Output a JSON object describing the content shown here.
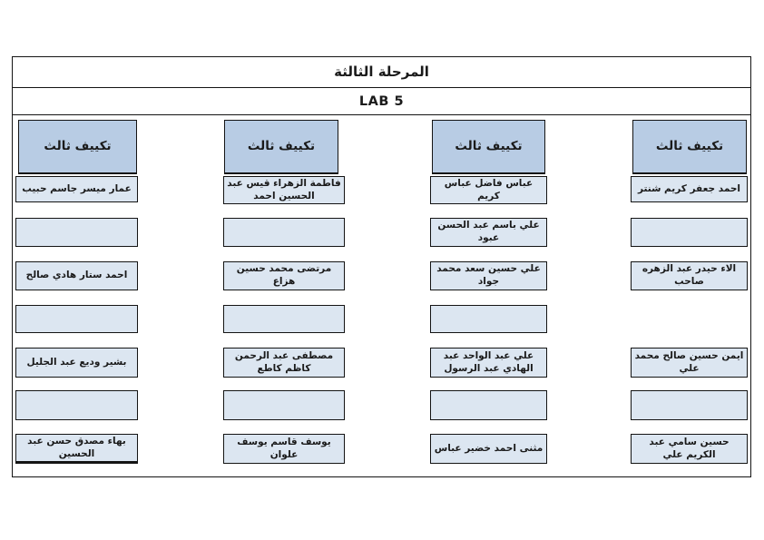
{
  "document": {
    "title": "المرحلة الثالثة",
    "lab_title": "LAB 5"
  },
  "colors": {
    "group_header_fill": "#b8cce4",
    "student_cell_fill": "#dce6f1",
    "border": "#141414",
    "text": "#1a1a1a"
  },
  "columns_note": "columns listed in logical right-to-left visual order; null = no box in that slot",
  "columns": [
    {
      "header": "تكييف ثالث",
      "cells": [
        "احمد جعفر كريم شنتر",
        "",
        "الاء حيدر عبد الزهره صاحب",
        null,
        "ايمن حسين صالح محمد علي",
        "",
        "حسين سامي عبد الكريم علي"
      ]
    },
    {
      "header": "تكييف ثالث",
      "cells": [
        "عباس فاضل عباس كريم",
        "علي باسم عبد الحسن عبود",
        "علي حسين سعد محمد جواد",
        "",
        "علي عبد الواحد عبد الهادي عبد الرسول",
        "",
        "مثنى احمد خضير عباس"
      ]
    },
    {
      "header": "تكييف ثالث",
      "cells": [
        "فاطمة الزهراء قيس عبد الحسين احمد",
        "",
        "مرتضى محمد حسين هزاع",
        "",
        "مصطفى عبد الرحمن كاظم كاطع",
        "",
        "يوسف قاسم يوسف علوان"
      ]
    },
    {
      "header": "تكييف ثالث",
      "cells": [
        "عمار ميسر جاسم حبيب",
        "",
        "احمد ستار هادي صالح",
        "",
        "بشير وديع عبد الجليل",
        "",
        "بهاء مصدق حسن عبد الحسين"
      ]
    }
  ]
}
